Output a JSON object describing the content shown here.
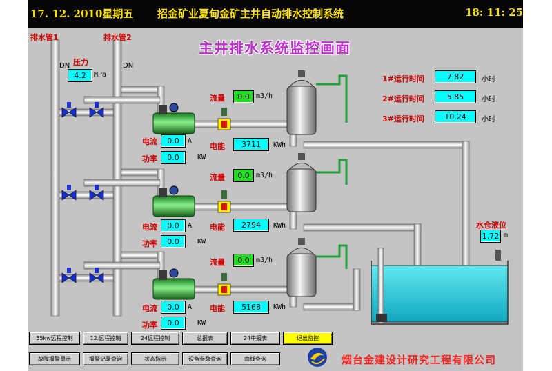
{
  "header": {
    "datetime": "17. 12. 2010星期五",
    "title": "招金矿业夏甸金矿主井自动排水控制系统",
    "clock": "18: 11: 25"
  },
  "view_title": "主井排水系统监控画面",
  "pipes": {
    "pipe1": "排水管1",
    "pipe2": "排水管2",
    "dn1": "DN",
    "dn2": "DN"
  },
  "pressure": {
    "label": "压力",
    "value": "4.2",
    "unit": "MPa"
  },
  "pumps": [
    {
      "flow_label": "流量",
      "flow": "0.0",
      "flow_unit": "m3/h",
      "current_label": "电流",
      "current": "0.0",
      "current_unit": "A",
      "power_label": "功率",
      "power": "0.0",
      "power_unit": "KW",
      "energy_label": "电能",
      "energy": "3711",
      "energy_unit": "KWh"
    },
    {
      "flow_label": "流量",
      "flow": "0.0",
      "flow_unit": "m3/h",
      "current_label": "电流",
      "current": "0.0",
      "current_unit": "A",
      "power_label": "功率",
      "power": "0.0",
      "power_unit": "KW",
      "energy_label": "电能",
      "energy": "2794",
      "energy_unit": "KWh"
    },
    {
      "flow_label": "流量",
      "flow": "0.0",
      "flow_unit": "m3/h",
      "current_label": "电流",
      "current": "0.0",
      "current_unit": "A",
      "power_label": "功率",
      "power": "0.0",
      "power_unit": "KW",
      "energy_label": "电能",
      "energy": "5168",
      "energy_unit": "KWh"
    }
  ],
  "runtimes": [
    {
      "label": "1#运行时间",
      "value": "7.82",
      "unit": "小时"
    },
    {
      "label": "2#运行时间",
      "value": "5.85",
      "unit": "小时"
    },
    {
      "label": "3#运行时间",
      "value": "10.24",
      "unit": "小时"
    }
  ],
  "water_level": {
    "label": "水仓液位",
    "value": "1.72",
    "unit": "m"
  },
  "buttons_row1": [
    "55kw远程控制",
    "12.远程控制",
    "24远程控制",
    "总报表",
    "24中报表",
    "退出监控"
  ],
  "buttons_row2": [
    "故障报警显示",
    "报警记录查询",
    "状态指示",
    "设备参数查询",
    "曲线查询"
  ],
  "company": "烟台金建设计研究工程有限公司",
  "colors": {
    "title_text": "#ffe300",
    "label_red": "#d00000",
    "value_cyan": "#00ffff",
    "value_green": "#20e020",
    "water": "#30d0d8"
  }
}
